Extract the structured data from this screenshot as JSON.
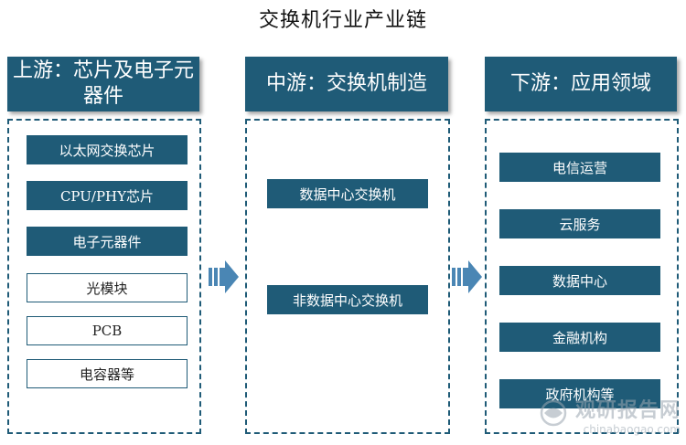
{
  "title": "交换机行业产业链",
  "upstream": {
    "header": "上游：芯片及电子元器件",
    "items": [
      {
        "label": "以太网交换芯片",
        "style": "dark"
      },
      {
        "label": "CPU/PHY芯片",
        "style": "dark"
      },
      {
        "label": "电子元器件",
        "style": "dark"
      },
      {
        "label": "光模块",
        "style": "light"
      },
      {
        "label": "PCB",
        "style": "light"
      },
      {
        "label": "电容器等",
        "style": "light"
      }
    ]
  },
  "midstream": {
    "header": "中游：交换机制造",
    "items": [
      {
        "label": "数据中心交换机"
      },
      {
        "label": "非数据中心交换机"
      }
    ]
  },
  "downstream": {
    "header": "下游：应用领域",
    "items": [
      {
        "label": "电信运营"
      },
      {
        "label": "云服务"
      },
      {
        "label": "数据中心"
      },
      {
        "label": "金融机构"
      },
      {
        "label": "政府机构等"
      }
    ]
  },
  "watermark": {
    "cn": "观研报告网",
    "en": "chinabaogao.com"
  },
  "colors": {
    "primary": "#1f5b77",
    "arrow": "#4a86b4"
  }
}
